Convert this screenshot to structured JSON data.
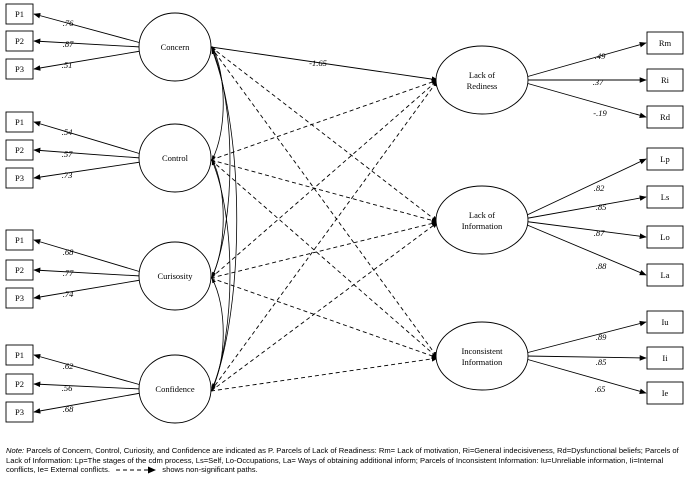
{
  "left_latents": [
    {
      "name": "Concern",
      "indicators": [
        "P1",
        "P2",
        "P3"
      ],
      "loadings": [
        ".76",
        ".87",
        ".51"
      ]
    },
    {
      "name": "Control",
      "indicators": [
        "P1",
        "P2",
        "P3"
      ],
      "loadings": [
        ".54",
        ".57",
        ".73"
      ]
    },
    {
      "name": "Curisosity",
      "indicators": [
        "P1",
        "P2",
        "P3"
      ],
      "loadings": [
        ".68",
        ".77",
        ".74"
      ]
    },
    {
      "name": "Confidence",
      "indicators": [
        "P1",
        "P2",
        "P3"
      ],
      "loadings": [
        ".62",
        ".56",
        ".68"
      ]
    }
  ],
  "right_latents": [
    {
      "name_lines": [
        "Lack of",
        "Rediness"
      ],
      "indicators": [
        "Rm",
        "Ri",
        "Rd"
      ],
      "loadings": [
        ".49",
        ".37",
        "-.19"
      ]
    },
    {
      "name_lines": [
        "Lack of",
        "Information"
      ],
      "indicators": [
        "Lp",
        "Ls",
        "Lo",
        "La"
      ],
      "loadings": [
        ".82",
        ".85",
        ".87",
        ".88"
      ]
    },
    {
      "name_lines": [
        "Inconsistent",
        "Information"
      ],
      "indicators": [
        "Iu",
        "Ii",
        "Ie"
      ],
      "loadings": [
        ".89",
        ".85",
        ".65"
      ]
    }
  ],
  "significant_path": {
    "from": "Concern",
    "to": "Lack of Rediness",
    "label": "-1.65"
  },
  "note": {
    "prefix": "Note:",
    "text": "Parcels of Concern, Control, Curiosity, and Confidence are indicated as P. Parcels of Lack of Readiness: Rm= Lack of motivation, Ri=General indecisiveness, Rd=Dysfunctional beliefs; Parcels of Lack of Information: Lp=The stages of the cdm process, Ls=Self, Lo-Occupations, La= Ways of obtaining additional inform; Parcels of Inconsistent Information: Iu=Unreliable information, Ii=Internal conflicts, Ie= External conflicts.",
    "legend_text": "shows non-significant paths."
  }
}
